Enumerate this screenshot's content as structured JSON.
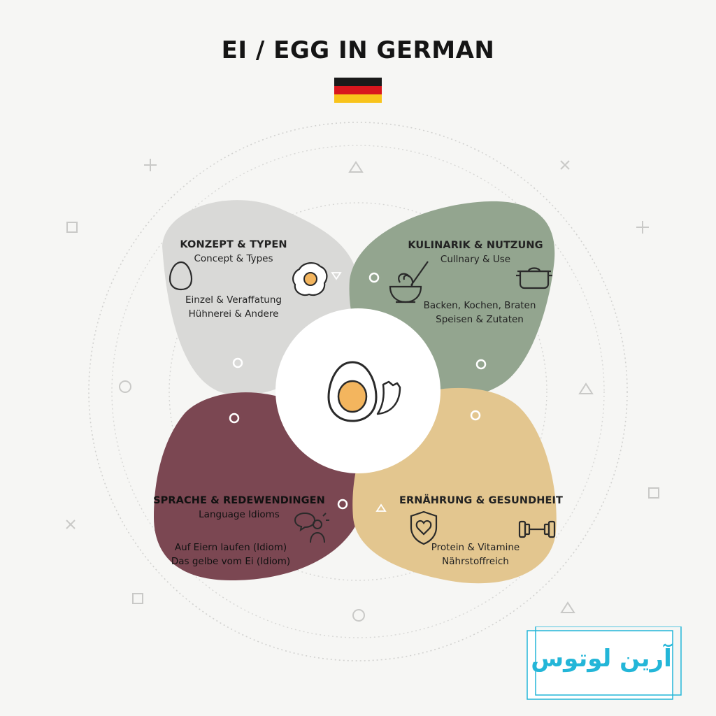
{
  "title": "EI / EGG IN GERMAN",
  "colors": {
    "flag_black": "#1a1a1a",
    "flag_red": "#d8161d",
    "flag_gold": "#f8c31b",
    "petal_gray": "#d9d9d7",
    "petal_green": "#93a58f",
    "petal_maroon": "#7b4752",
    "petal_sand": "#e3c68f",
    "watermark": "#23b6d8"
  },
  "center": {
    "icon": "egg-half-icon"
  },
  "petals": {
    "concept": {
      "title": "KONZEPT & TYPEN",
      "subtitle": "Concept & Types",
      "line1": "Einzel & Veraffatung",
      "line2": "Hühnerei & Andere",
      "icons": [
        "egg-icon",
        "fried-egg-icon"
      ]
    },
    "culinary": {
      "title": "KULINARIK & NUTZUNG",
      "subtitle": "Cullnary & Use",
      "line1": "Backen, Kochen, Braten",
      "line2": "Speisen & Zutaten",
      "icons": [
        "whisk-bowl-icon",
        "cooking-pot-icon"
      ]
    },
    "language": {
      "title": "SPRACHE & REDEWENDINGEN",
      "subtitle": "Language Idioms",
      "line1": "Auf Eiern laufen (Idiom)",
      "line2": "Das gelbe vom Ei (Idiom)",
      "icons": [
        "speech-person-icon"
      ]
    },
    "health": {
      "title": "ERNÄHRUNG & GESUNDHEIT",
      "subtitle": "",
      "line1": "Protein & Vitamine",
      "line2": "Nährstoffreich",
      "icons": [
        "heart-shield-icon",
        "dumbbell-icon"
      ]
    }
  },
  "watermark": {
    "text": "آرین لوتوس"
  }
}
